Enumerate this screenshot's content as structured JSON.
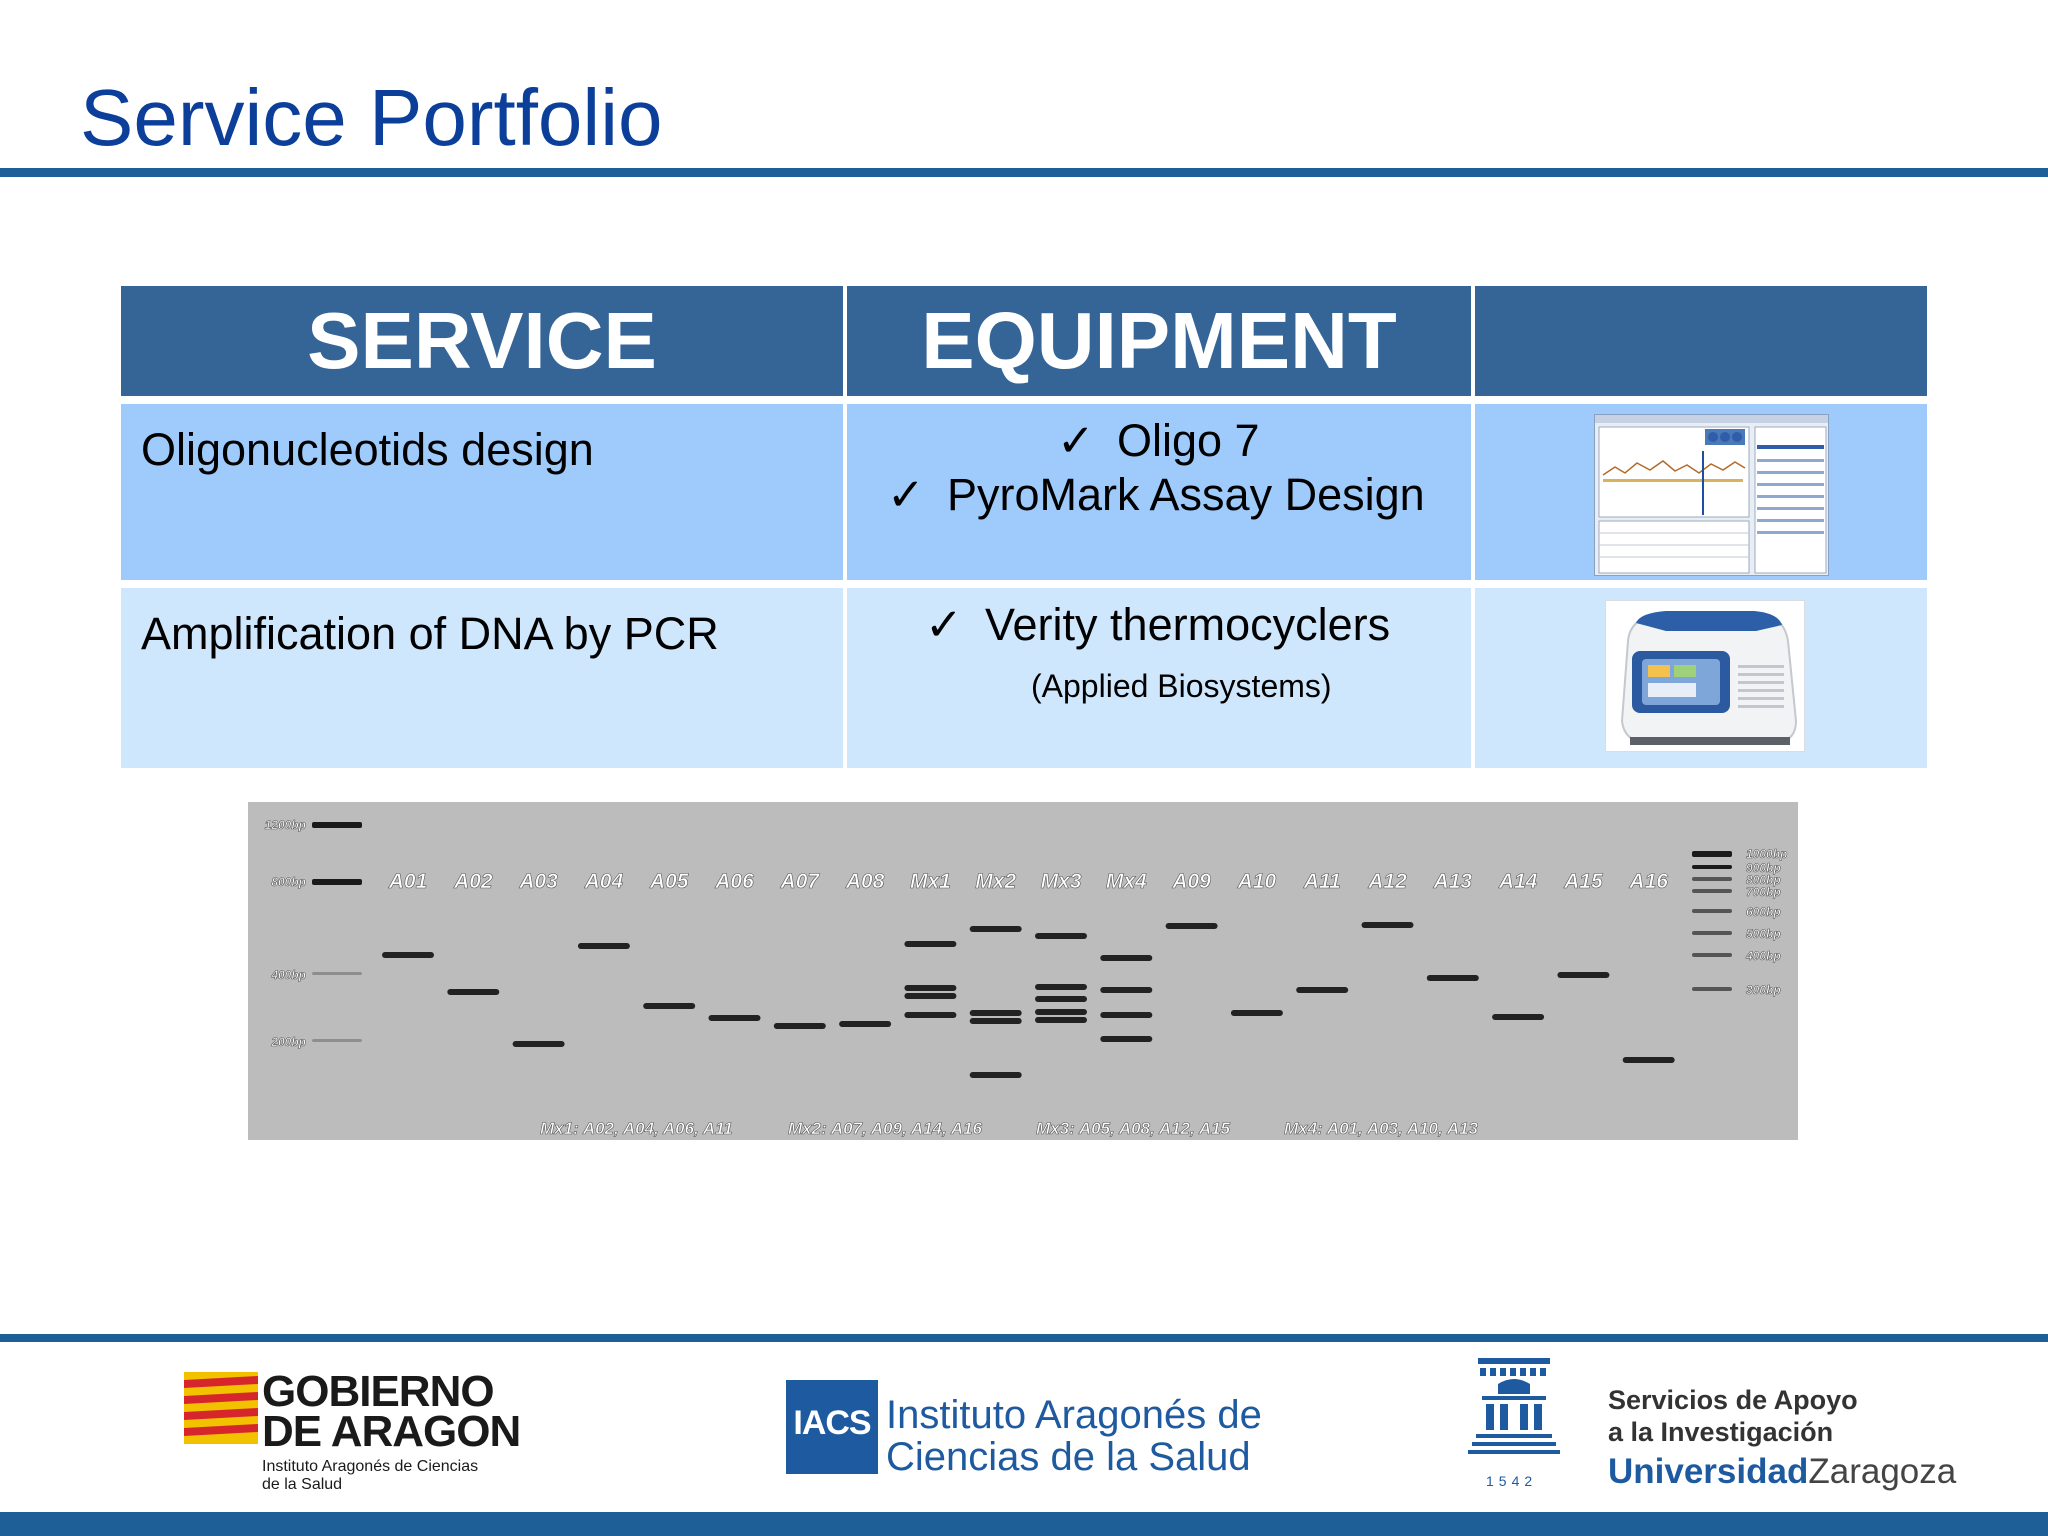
{
  "slide": {
    "title": "Service Portfolio"
  },
  "table": {
    "headers": [
      "SERVICE",
      "EQUIPMENT",
      ""
    ],
    "rows": [
      {
        "service": "Oligonucleotids design",
        "equipment": [
          "Oligo 7",
          "PyroMark Assay Design"
        ],
        "equipment_note": "",
        "image": "software-screenshot"
      },
      {
        "service": "Amplification of DNA by PCR",
        "equipment": [
          "Verity thermocyclers"
        ],
        "equipment_note": "(Applied Biosystems)",
        "image": "thermocycler-photo"
      }
    ],
    "check_mark": "✓",
    "colors": {
      "header": "#356597",
      "row1": "#9ecbfb",
      "row2": "#cfe7fd"
    }
  },
  "gel": {
    "ladder_left": [
      "1200bp",
      "800bp",
      "400bp",
      "200bp"
    ],
    "lanes": [
      "A01",
      "A02",
      "A03",
      "A04",
      "A05",
      "A06",
      "A07",
      "A08",
      "Mx1",
      "Mx2",
      "Mx3",
      "Mx4",
      "A09",
      "A10",
      "A11",
      "A12",
      "A13",
      "A14",
      "A15",
      "A16"
    ],
    "ladder_right": [
      "1000bp",
      "900bp",
      "800bp",
      "700bp",
      "600bp",
      "500bp",
      "400bp",
      "300bp"
    ],
    "mixes": [
      "Mx1: A02, A04, A06, A11",
      "Mx2: A07, A09, A14, A16",
      "Mx3: A05, A08, A12, A15",
      "Mx4: A01, A03, A10, A13"
    ]
  },
  "footer": {
    "gobierno": {
      "name_line1": "GOBIERNO",
      "name_line2": "DE ARAGON",
      "sub_line1": "Instituto Aragonés de Ciencias",
      "sub_line2": "de la Salud"
    },
    "iacs": {
      "abbr": "IACS",
      "line1": "Instituto Aragonés de",
      "line2": "Ciencias de la Salud"
    },
    "unizar": {
      "line1": "Servicios de Apoyo",
      "line2": "a la Investigación",
      "name_bold": "Universidad",
      "name_regular": "Zaragoza",
      "year": "1542"
    },
    "colors": {
      "bar": "#1f5f98",
      "brand_blue": "#1e5aa0"
    }
  }
}
